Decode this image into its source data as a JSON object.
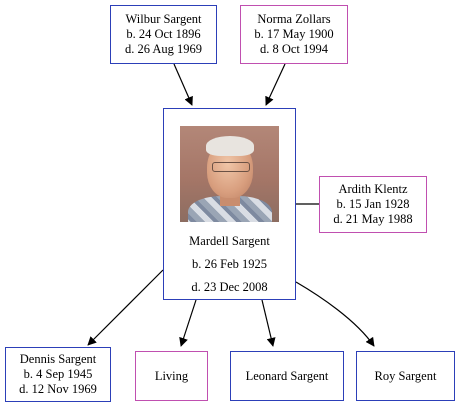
{
  "father": {
    "name": "Wilbur Sargent",
    "born": "b. 24 Oct 1896",
    "died": "d. 26 Aug 1969"
  },
  "mother": {
    "name": "Norma Zollars",
    "born": "b. 17 May 1900",
    "died": "d. 8 Oct 1994"
  },
  "subject": {
    "name": "Mardell Sargent",
    "born": "b. 26 Feb 1925",
    "died": "d. 23 Dec 2008",
    "photo": "portrait-photo"
  },
  "spouse": {
    "name": "Ardith Klentz",
    "born": "b. 15 Jan 1928",
    "died": "d. 21 May 1988"
  },
  "children": [
    {
      "name": "Dennis Sargent",
      "born": "b. 4 Sep 1945",
      "died": "d. 12 Nov 1969"
    },
    {
      "name": "Living"
    },
    {
      "name": "Leonard Sargent"
    },
    {
      "name": "Roy Sargent"
    }
  ],
  "colors": {
    "male_border": "#2c3fb8",
    "female_border": "#c04fb0",
    "edge": "#000000"
  }
}
